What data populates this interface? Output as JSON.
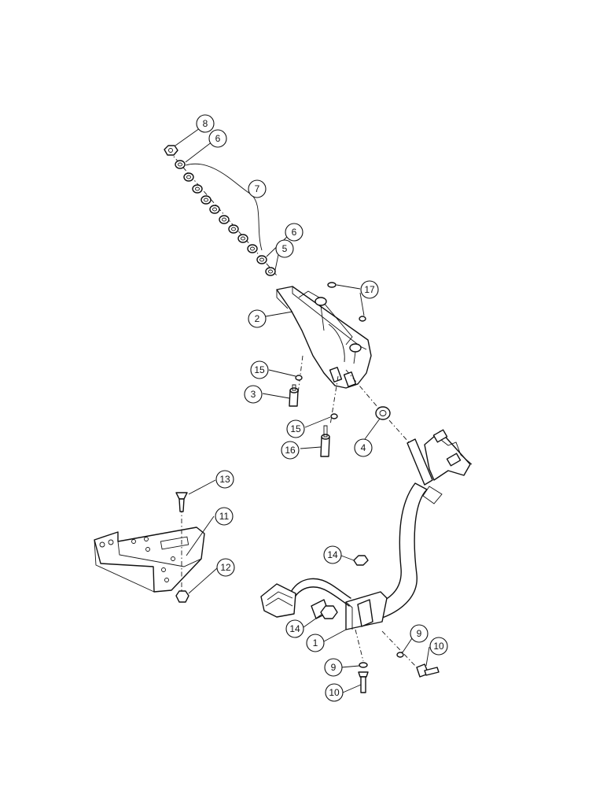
{
  "diagram": {
    "callouts": [
      {
        "id": "c8",
        "label": "8"
      },
      {
        "id": "c6a",
        "label": "6"
      },
      {
        "id": "c7",
        "label": "7"
      },
      {
        "id": "c6b",
        "label": "6"
      },
      {
        "id": "c5",
        "label": "5"
      },
      {
        "id": "c17",
        "label": "17"
      },
      {
        "id": "c2",
        "label": "2"
      },
      {
        "id": "c15a",
        "label": "15"
      },
      {
        "id": "c3",
        "label": "3"
      },
      {
        "id": "c15b",
        "label": "15"
      },
      {
        "id": "c16",
        "label": "16"
      },
      {
        "id": "c4",
        "label": "4"
      },
      {
        "id": "c13",
        "label": "13"
      },
      {
        "id": "c11",
        "label": "11"
      },
      {
        "id": "c12",
        "label": "12"
      },
      {
        "id": "c14a",
        "label": "14"
      },
      {
        "id": "c14b",
        "label": "14"
      },
      {
        "id": "c1",
        "label": "1"
      },
      {
        "id": "c9a",
        "label": "9"
      },
      {
        "id": "c10a",
        "label": "10"
      },
      {
        "id": "c9b",
        "label": "9"
      },
      {
        "id": "c10b",
        "label": "10"
      }
    ]
  }
}
